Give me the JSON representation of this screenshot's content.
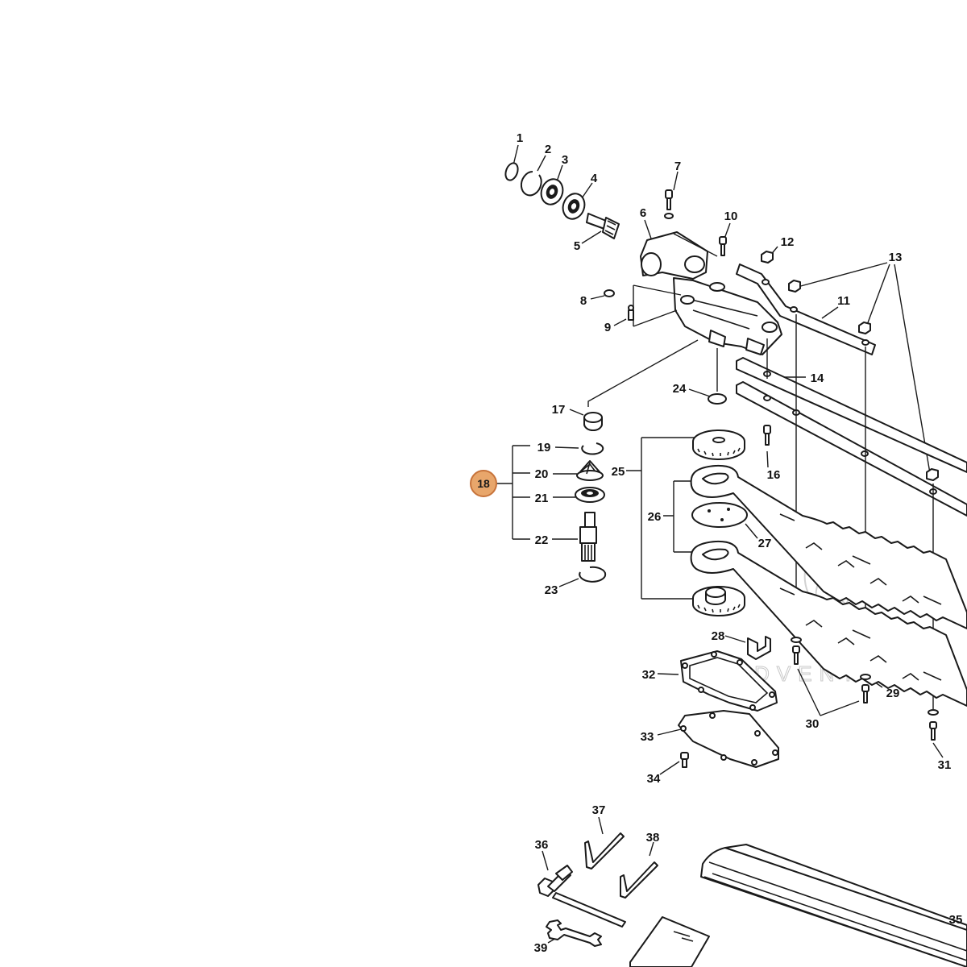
{
  "diagram": {
    "highlight_color": "#e8a66b",
    "highlight_stroke": "#c7733a",
    "watermark": "LEADVENTURE",
    "callouts": [
      {
        "label": "1"
      },
      {
        "label": "2"
      },
      {
        "label": "3"
      },
      {
        "label": "4"
      },
      {
        "label": "5"
      },
      {
        "label": "6"
      },
      {
        "label": "7"
      },
      {
        "label": "8"
      },
      {
        "label": "9"
      },
      {
        "label": "10"
      },
      {
        "label": "11"
      },
      {
        "label": "12"
      },
      {
        "label": "13"
      },
      {
        "label": "14"
      },
      {
        "label": "16"
      },
      {
        "label": "17"
      },
      {
        "label": "18",
        "highlighted": true
      },
      {
        "label": "19"
      },
      {
        "label": "20"
      },
      {
        "label": "21"
      },
      {
        "label": "22"
      },
      {
        "label": "23"
      },
      {
        "label": "24"
      },
      {
        "label": "25"
      },
      {
        "label": "26"
      },
      {
        "label": "27"
      },
      {
        "label": "28"
      },
      {
        "label": "29"
      },
      {
        "label": "30"
      },
      {
        "label": "31"
      },
      {
        "label": "32"
      },
      {
        "label": "33"
      },
      {
        "label": "34"
      },
      {
        "label": "35"
      },
      {
        "label": "36"
      },
      {
        "label": "37"
      },
      {
        "label": "38"
      },
      {
        "label": "39"
      }
    ]
  }
}
